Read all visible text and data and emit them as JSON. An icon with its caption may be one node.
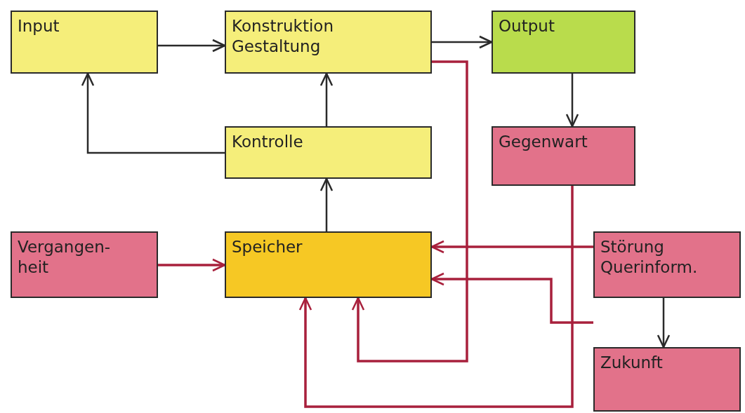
{
  "diagram": {
    "nodes": [
      {
        "text": [
          "Input"
        ]
      },
      {
        "text": [
          "Konstruktion Gestaltung"
        ]
      },
      {
        "text": [
          "Output"
        ]
      },
      {
        "text": [
          "Kontrolle"
        ]
      },
      {
        "text": [
          "Gegenwart"
        ]
      },
      {
        "text": [
          "Vergangen- heit"
        ]
      },
      {
        "text": [
          "Speicher"
        ]
      },
      {
        "text": [
          "Störung Querinform."
        ]
      },
      {
        "text": [
          "Zukunft"
        ]
      }
    ],
    "edges": [
      {
        "from": 0,
        "to": 1,
        "arrow": "to"
      },
      {
        "from": 1,
        "to": 2,
        "arrow": "to"
      },
      {
        "from": 2,
        "to": 4,
        "arrow": "to"
      },
      {
        "from": 3,
        "to": 1,
        "arrow": "to"
      },
      {
        "from": 3,
        "to": 0,
        "arrow": "to"
      },
      {
        "from": 6,
        "to": 3,
        "arrow": "to"
      },
      {
        "from": 5,
        "to": 6,
        "arrow": "to",
        "color": "#a8203c"
      },
      {
        "from": 7,
        "to": 6,
        "arrow": "to",
        "color": "#a8203c"
      },
      {
        "from": 7,
        "to": 8,
        "arrow": "to"
      },
      {
        "from": 1,
        "to": 6,
        "arrow": "to",
        "color": "#a8203c"
      },
      {
        "from": 4,
        "to": 6,
        "arrow": "to",
        "color": "#a8203c"
      },
      {
        "from": 8,
        "to": 6,
        "arrow": "to",
        "color": "#a8203c"
      }
    ]
  }
}
